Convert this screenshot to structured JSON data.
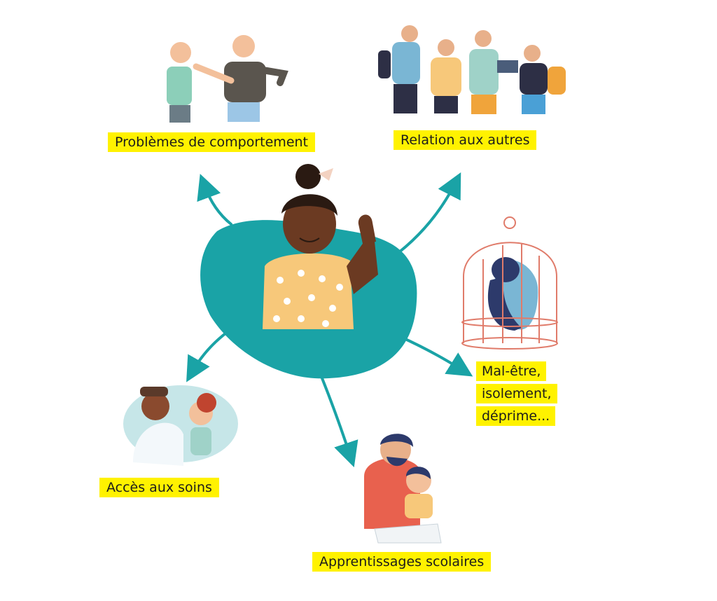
{
  "colors": {
    "teal": "#1aa3a6",
    "highlight": "#fff200",
    "cage": "#e07b6a",
    "skin": "#6b3a22"
  },
  "center": {
    "label": ""
  },
  "labels": {
    "behavior": "Problèmes de comportement",
    "relations": "Relation aux autres",
    "malaise_1": "Mal-être,",
    "malaise_2": "isolement,",
    "malaise_3": "déprime...",
    "care": "Accès aux soins",
    "school": "Apprentissages scolaires"
  },
  "icons": [
    "fighting-boys-icon",
    "group-of-teens-icon",
    "caged-sad-child-icon",
    "doctor-child-icon",
    "father-son-reading-icon",
    "waving-girl-icon"
  ]
}
